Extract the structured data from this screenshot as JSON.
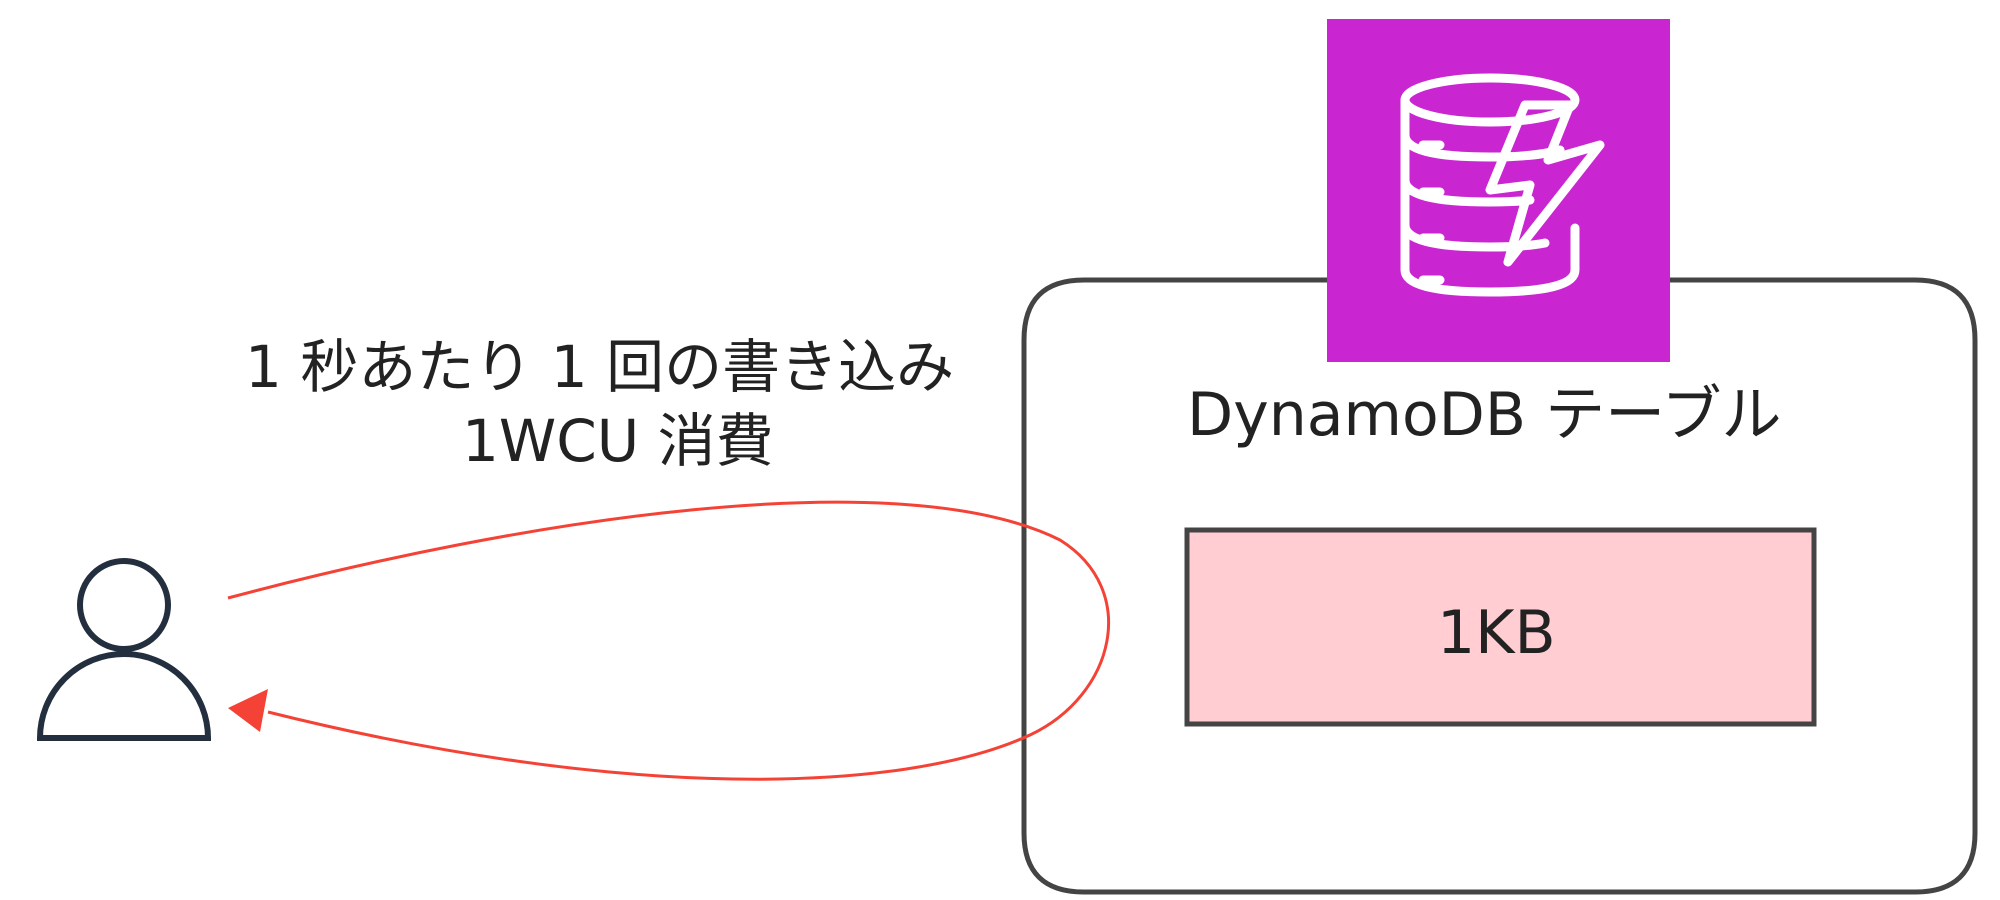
{
  "diagram": {
    "caption": {
      "line1": "1 秒あたり 1 回の書き込み",
      "line2": "1WCU 消費"
    },
    "table": {
      "title": "DynamoDB テーブル"
    },
    "item": {
      "size_label": "1KB"
    },
    "icons": {
      "user": "user-icon",
      "service": "dynamodb-icon"
    },
    "colors": {
      "service_icon_bg": "#C925D1",
      "item_fill": "#FFCDD2",
      "arrow": "#F44336",
      "outline": "#232F3E"
    }
  }
}
